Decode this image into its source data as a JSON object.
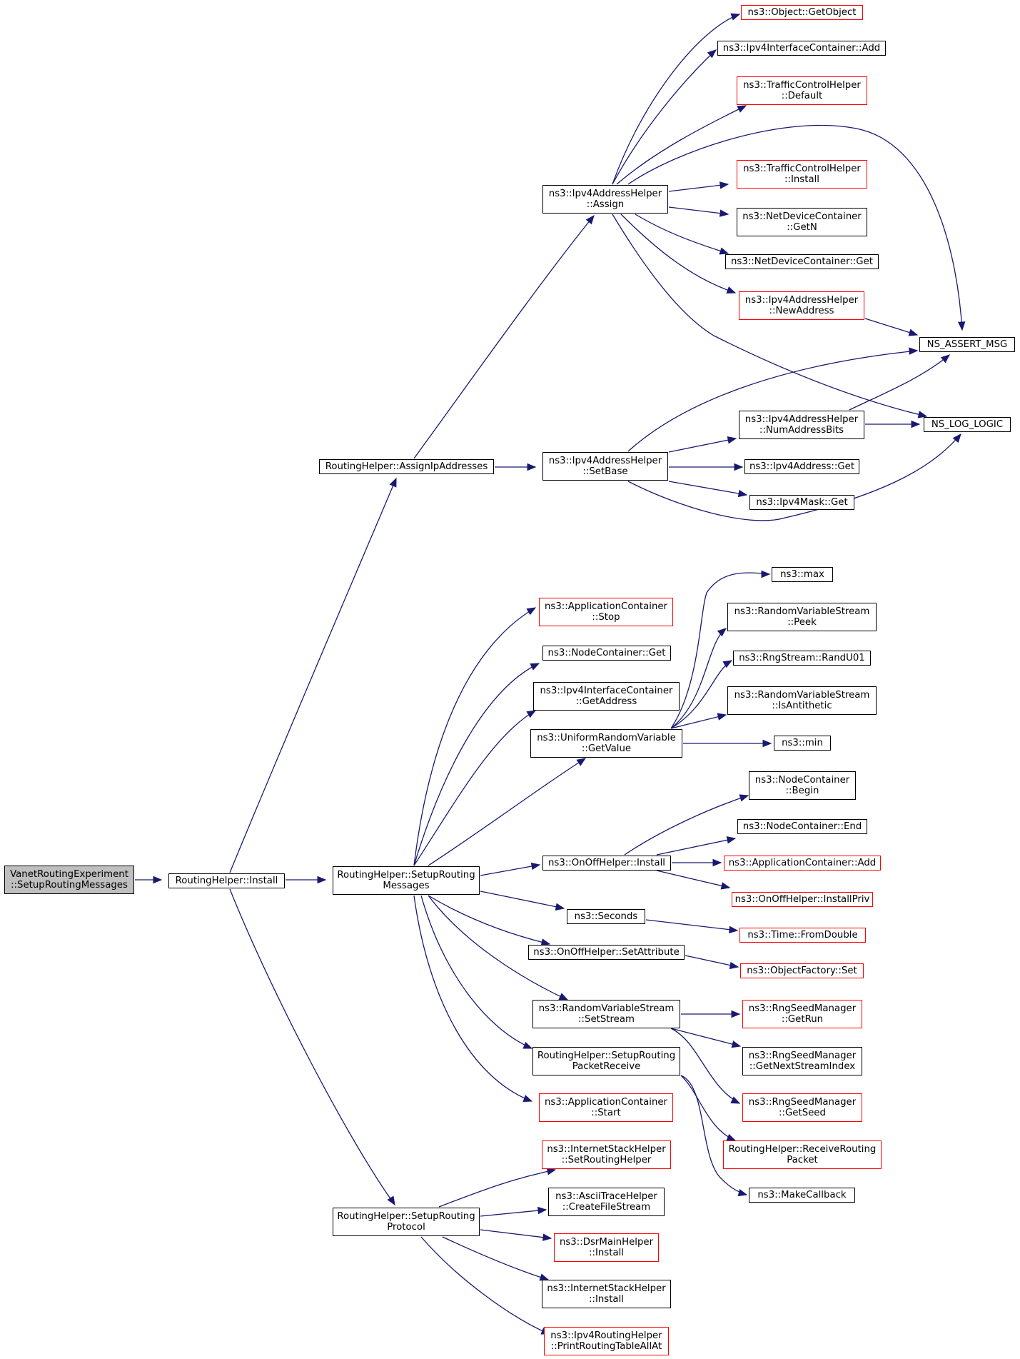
{
  "colors": {
    "edge": "#191970",
    "border_default": "#000000",
    "border_undocumented": "#ff0000",
    "root_fill": "#bfbfbf"
  },
  "nodes": {
    "root": {
      "line1": "VanetRoutingExperiment",
      "line2": "::SetupRoutingMessages"
    },
    "install": {
      "line1": "RoutingHelper::Install",
      "line2": ""
    },
    "assignip": {
      "line1": "RoutingHelper::AssignIpAddresses",
      "line2": ""
    },
    "setupmsg": {
      "line1": "RoutingHelper::SetupRouting",
      "line2": "Messages"
    },
    "setupproto": {
      "line1": "RoutingHelper::SetupRouting",
      "line2": "Protocol"
    },
    "assign": {
      "line1": "ns3::Ipv4AddressHelper",
      "line2": "::Assign"
    },
    "setbase": {
      "line1": "ns3::Ipv4AddressHelper",
      "line2": "::SetBase"
    },
    "getobject": {
      "line1": "ns3::Object::GetObject",
      "line2": ""
    },
    "ifcadd": {
      "line1": "ns3::Ipv4InterfaceContainer::Add",
      "line2": ""
    },
    "tcdefault": {
      "line1": "ns3::TrafficControlHelper",
      "line2": "::Default"
    },
    "tcinstall": {
      "line1": "ns3::TrafficControlHelper",
      "line2": "::Install"
    },
    "ndcgetn": {
      "line1": "ns3::NetDeviceContainer",
      "line2": "::GetN"
    },
    "ndcget": {
      "line1": "ns3::NetDeviceContainer::Get",
      "line2": ""
    },
    "newaddr": {
      "line1": "ns3::Ipv4AddressHelper",
      "line2": "::NewAddress"
    },
    "assertmsg": {
      "line1": "NS_ASSERT_MSG",
      "line2": ""
    },
    "numbits": {
      "line1": "ns3::Ipv4AddressHelper",
      "line2": "::NumAddressBits"
    },
    "loglogic": {
      "line1": "NS_LOG_LOGIC",
      "line2": ""
    },
    "ipv4addrget": {
      "line1": "ns3::Ipv4Address::Get",
      "line2": ""
    },
    "maskget": {
      "line1": "ns3::Ipv4Mask::Get",
      "line2": ""
    },
    "appstop": {
      "line1": "ns3::ApplicationContainer",
      "line2": "::Stop"
    },
    "ncget": {
      "line1": "ns3::NodeContainer::Get",
      "line2": ""
    },
    "ifcgetaddr": {
      "line1": "ns3::Ipv4InterfaceContainer",
      "line2": "::GetAddress"
    },
    "urvgetvalue": {
      "line1": "ns3::UniformRandomVariable",
      "line2": "::GetValue"
    },
    "max": {
      "line1": "ns3::max",
      "line2": ""
    },
    "rvspeek": {
      "line1": "ns3::RandomVariableStream",
      "line2": "::Peek"
    },
    "randu01": {
      "line1": "ns3::RngStream::RandU01",
      "line2": ""
    },
    "isanti": {
      "line1": "ns3::RandomVariableStream",
      "line2": "::IsAntithetic"
    },
    "min": {
      "line1": "ns3::min",
      "line2": ""
    },
    "ncbegin": {
      "line1": "ns3::NodeContainer",
      "line2": "::Begin"
    },
    "ncend": {
      "line1": "ns3::NodeContainer::End",
      "line2": ""
    },
    "onoffinstall": {
      "line1": "ns3::OnOffHelper::Install",
      "line2": ""
    },
    "appcadd": {
      "line1": "ns3::ApplicationContainer::Add",
      "line2": ""
    },
    "installpriv": {
      "line1": "ns3::OnOffHelper::InstallPriv",
      "line2": ""
    },
    "seconds": {
      "line1": "ns3::Seconds",
      "line2": ""
    },
    "fromdouble": {
      "line1": "ns3::Time::FromDouble",
      "line2": ""
    },
    "setattr": {
      "line1": "ns3::OnOffHelper::SetAttribute",
      "line2": ""
    },
    "ofset": {
      "line1": "ns3::ObjectFactory::Set",
      "line2": ""
    },
    "setstream": {
      "line1": "ns3::RandomVariableStream",
      "line2": "::SetStream"
    },
    "getrun": {
      "line1": "ns3::RngSeedManager",
      "line2": "::GetRun"
    },
    "nextstream": {
      "line1": "ns3::RngSeedManager",
      "line2": "::GetNextStreamIndex"
    },
    "pktrecv": {
      "line1": "RoutingHelper::SetupRouting",
      "line2": "PacketReceive"
    },
    "getseed": {
      "line1": "ns3::RngSeedManager",
      "line2": "::GetSeed"
    },
    "recvpkt": {
      "line1": "RoutingHelper::ReceiveRouting",
      "line2": "Packet"
    },
    "appstart": {
      "line1": "ns3::ApplicationContainer",
      "line2": "::Start"
    },
    "makecb": {
      "line1": "ns3::MakeCallback",
      "line2": ""
    },
    "setrouting": {
      "line1": "ns3::InternetStackHelper",
      "line2": "::SetRoutingHelper"
    },
    "createfs": {
      "line1": "ns3::AsciiTraceHelper",
      "line2": "::CreateFileStream"
    },
    "dsrinstall": {
      "line1": "ns3::DsrMainHelper",
      "line2": "::Install"
    },
    "ishinstall": {
      "line1": "ns3::InternetStackHelper",
      "line2": "::Install"
    },
    "printtable": {
      "line1": "ns3::Ipv4RoutingHelper",
      "line2": "::PrintRoutingTableAllAt"
    }
  }
}
